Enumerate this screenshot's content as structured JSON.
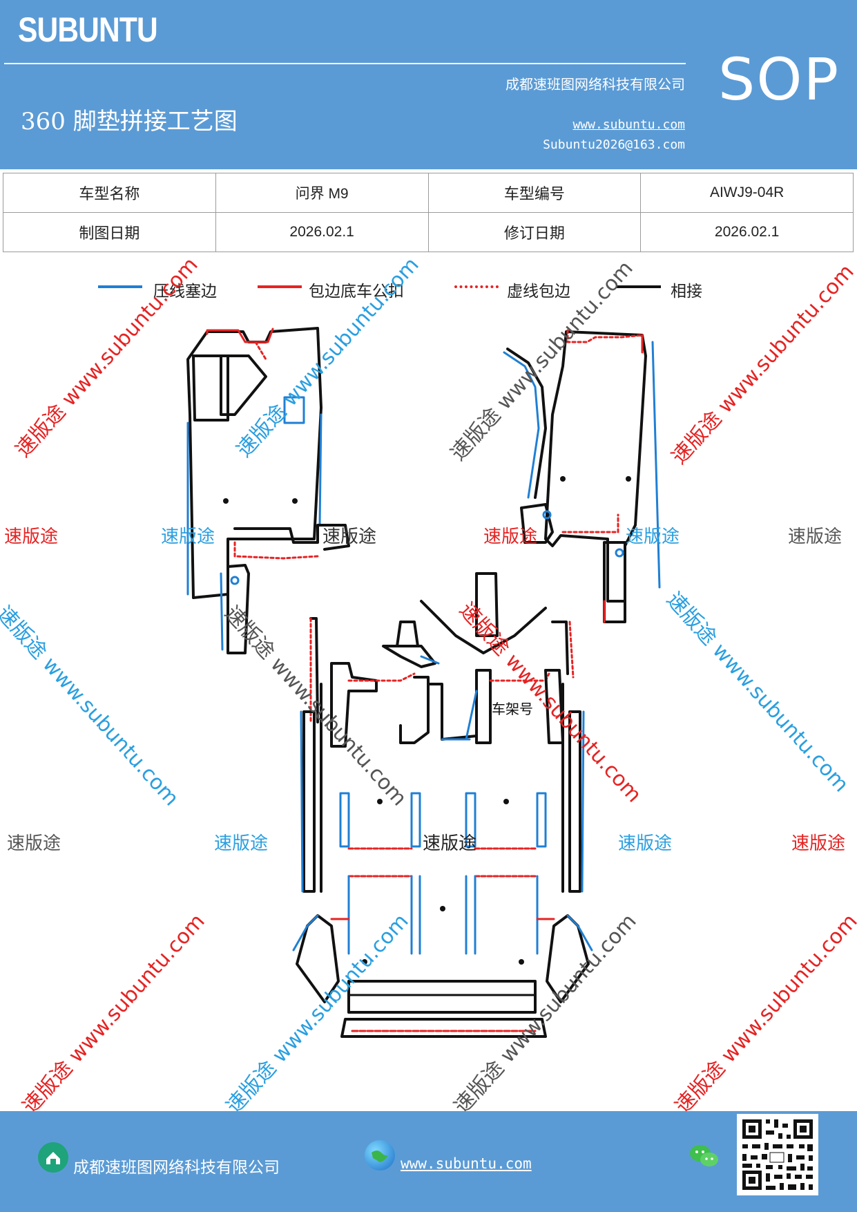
{
  "header": {
    "brand": "SUBUNTU",
    "company": "成都速班图网络科技有限公司",
    "title": "360 脚垫拼接工艺图",
    "url": "www.subuntu.com",
    "email": "Subuntu2026@163.com",
    "badge": "SOP",
    "background_color": "#5b9bd5"
  },
  "info_table": {
    "rows": [
      {
        "label1": "车型名称",
        "value1": "问界 M9",
        "label2": "车型编号",
        "value2": "AIWJ9-04R"
      },
      {
        "label1": "制图日期",
        "value1": "2026.02.1",
        "label2": "修订日期",
        "value2": "2026.02.1"
      }
    ]
  },
  "legend": [
    {
      "label": "压线塞边",
      "style": "solid",
      "color": "#1f7fd4"
    },
    {
      "label": "包边底车公扣",
      "style": "solid",
      "color": "#e52323"
    },
    {
      "label": "虚线包边",
      "style": "dotted",
      "color": "#e52323"
    },
    {
      "label": "相接",
      "style": "solid",
      "color": "#111111"
    }
  ],
  "diagram": {
    "frame_label": "车架号"
  },
  "watermarks": {
    "text_cn": "速版途",
    "text_url": "速版途 www.subuntu.com",
    "colors": [
      "#e52323",
      "#2a9fe0",
      "#555555"
    ]
  },
  "footer": {
    "company": "成都速班图网络科技有限公司",
    "url": "www.subuntu.com",
    "icons": [
      "home-icon",
      "globe-icon",
      "wechat-icon",
      "qr-code"
    ]
  }
}
